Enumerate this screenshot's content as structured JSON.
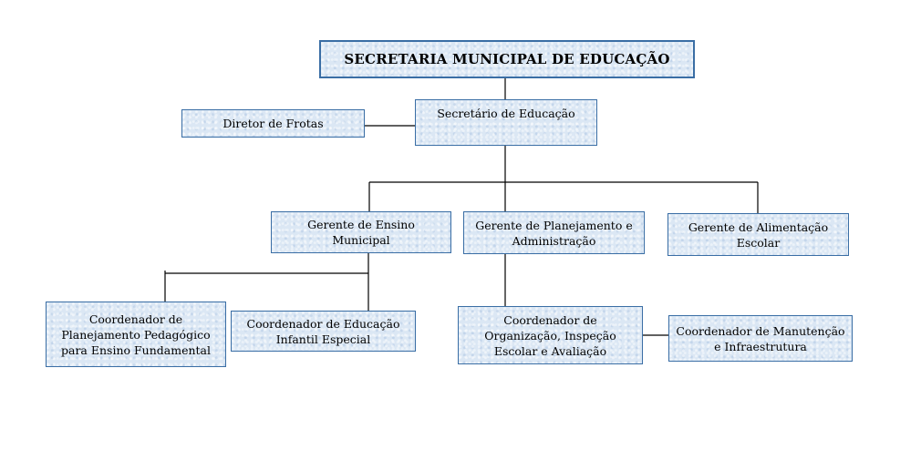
{
  "org_chart": {
    "title": "SECRETARIA MUNICIPAL DE EDUCAÇÃO",
    "secretario": "Secretário de Educação",
    "diretor_frotas": "Diretor de Frotas",
    "gerente_ensino": "Gerente de Ensino\nMunicipal",
    "gerente_planejamento": "Gerente de Planejamento e\nAdministração",
    "gerente_alimentacao": "Gerente de Alimentação\nEscolar",
    "coord_pedagogico": "Coordenador de\nPlanejamento Pedagógico\npara Ensino Fundamental",
    "coord_infantil": "Coordenador de Educação\nInfantil Especial",
    "coord_organizacao": "Coordenador de\nOrganização, Inspeção\nEscolar e Avaliação",
    "coord_manutencao": "Coordenador de Manutenção\ne Infraestrutura"
  }
}
